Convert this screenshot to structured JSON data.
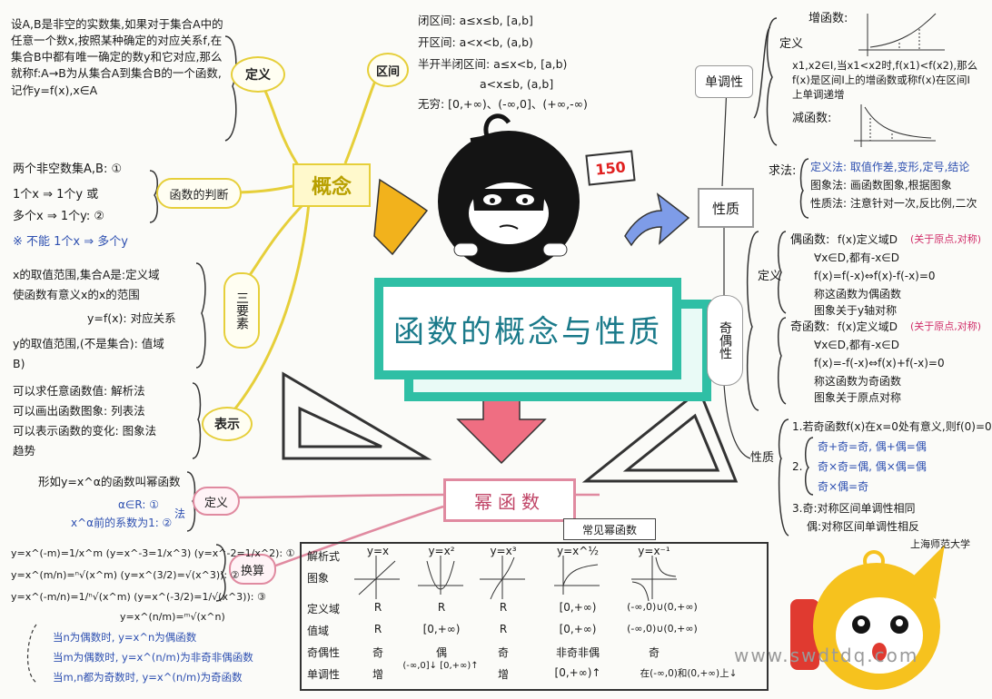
{
  "title": "函数的概念与性质",
  "concept": {
    "label": "概念",
    "definition_node": "定义",
    "definition_text": "设A,B是非空的实数集,如果对于集合A中的任意一个数x,按照某种确定的对应关系f,在集合B中都有唯一确定的数y和它对应,那么就称f:A→B为从集合A到集合B的一个函数,记作y=f(x),x∈A",
    "interval_node": "区间",
    "intervals": [
      "闭区间: a≤x≤b, [a,b]",
      "开区间: a<x<b, (a,b)",
      "半开半闭区间: a≤x<b, [a,b)",
      "a<x≤b, (a,b]",
      "无穷: [0,+∞)、(-∞,0]、(+∞,-∞)"
    ],
    "judge_node": "函数的判断",
    "judge_lines": [
      "两个非空数集A,B: ①",
      "1个x ⇒ 1个y 或",
      "多个x ⇒ 1个y: ②",
      "※ 不能 1个x ⇒ 多个y"
    ],
    "three_node": "三要素",
    "three_lines": [
      "x的取值范围,集合A是:定义域",
      "使函数有意义x的x的范围",
      "y=f(x): 对应关系",
      "y的取值范围,(不是集合): 值域",
      "B)"
    ],
    "repr_node": "表示",
    "repr_lines": [
      "可以求任意函数值: 解析法",
      "可以画出函数图象: 列表法",
      "可以表示函数的变化: 图象法",
      "趋势"
    ]
  },
  "properties": {
    "label": "性质",
    "mono": {
      "label": "单调性",
      "def_node": "定义",
      "inc_label": "增函数:",
      "def_text": "x1,x2∈I,当x1<x2时,f(x1)<f(x2),那么f(x)是区间I上的增函数或称f(x)在区间I上单调递增",
      "dec_label": "减函数:",
      "method_label": "求法:",
      "methods": [
        "定义法: 取值作差,变形,定号,结论",
        "图象法: 画函数图象,根据图象",
        "性质法: 注意针对一次,反比例,二次"
      ]
    },
    "parity": {
      "label": "奇偶性",
      "def_node": "定义",
      "even_title": "偶函数:",
      "even_lines": [
        "f(x)定义域D",
        "∀x∈D,都有-x∈D",
        "f(x)=f(-x)⇔f(x)-f(-x)=0",
        "称这函数为偶函数",
        "图象关于y轴对称"
      ],
      "even_note": "(关于原点,对称)",
      "odd_title": "奇函数:",
      "odd_lines": [
        "f(x)定义域D",
        "∀x∈D,都有-x∈D",
        "f(x)=-f(-x)⇔f(x)+f(-x)=0",
        "称这函数为奇函数",
        "图象关于原点对称"
      ],
      "odd_note": "(关于原点,对称)",
      "prop_node": "性质",
      "props": [
        "1.若奇函数f(x)在x=0处有意义,则f(0)=0",
        "2.",
        "3.奇:对称区间单调性相同",
        "偶:对称区间单调性相反"
      ],
      "rules": [
        "奇+奇=奇, 偶+偶=偶",
        "奇×奇=偶, 偶×偶=偶",
        "奇×偶=奇"
      ]
    }
  },
  "power": {
    "label": "幂函数",
    "def_node": "定义",
    "def_text": "形如y=x^α的函数叫幂函数",
    "def_sub1": "α∈R: ①",
    "def_sub2": "x^α前的系数为1: ②",
    "def_tail": "法",
    "convert_node": "换算",
    "convert_lines": [
      "y=x^(-m)=1/x^m (y=x^-3=1/x^3) (y=x^-2=1/x^2): ①",
      "y=x^(m/n)=ⁿ√(x^m) (y=x^(3/2)=√(x^3)): ②",
      "y=x^(-m/n)=1/ⁿ√(x^m) (y=x^(-3/2)=1/√(x^3)): ③",
      "y=x^(n/m)=ᵐ√(x^n)"
    ],
    "convert_notes": [
      "当n为偶数时, y=x^n为偶函数",
      "当m为偶数时, y=x^(n/m)为非奇非偶函数",
      "当m,n都为奇数时, y=x^(n/m)为奇函数"
    ],
    "common_tag": "常见幂函数",
    "table": {
      "row_labels": [
        "解析式",
        "图象",
        "定义域",
        "值域",
        "奇偶性",
        "单调性"
      ],
      "cols": [
        {
          "expr": "y=x",
          "domain": "R",
          "range": "R",
          "parity": "奇",
          "mono": "增"
        },
        {
          "expr": "y=x²",
          "domain": "R",
          "range": "[0,+∞)",
          "parity": "偶",
          "mono": "(-∞,0]↓ [0,+∞)↑"
        },
        {
          "expr": "y=x³",
          "domain": "R",
          "range": "R",
          "parity": "奇",
          "mono": "增"
        },
        {
          "expr": "y=x^½",
          "domain": "[0,+∞)",
          "range": "[0,+∞)",
          "parity": "非奇非偶",
          "mono": "[0,+∞)↑"
        },
        {
          "expr": "y=x⁻¹",
          "domain": "(-∞,0)∪(0,+∞)",
          "range": "(-∞,0)∪(0,+∞)",
          "parity": "奇",
          "mono": "在(-∞,0)和(0,+∞)上↓"
        }
      ]
    }
  },
  "score": "150",
  "watermark": "www.swdtdq.com",
  "credit": "上海师范大学"
}
